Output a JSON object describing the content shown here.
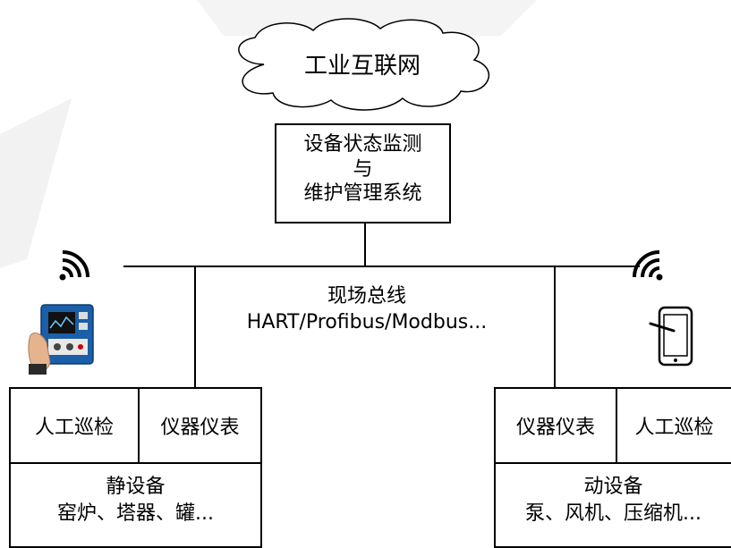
{
  "cloud": {
    "label": "工业互联网"
  },
  "system": {
    "line1": "设备状态监测",
    "line2": "与",
    "line3": "维护管理系统"
  },
  "bus": {
    "line1": "现场总线",
    "line2": "HART/Profibus/Modbus..."
  },
  "left_group": {
    "cell_a": "人工巡检",
    "cell_b": "仪器仪表",
    "title": "静设备",
    "subtitle": "窑炉、塔器、罐..."
  },
  "right_group": {
    "cell_a": "仪器仪表",
    "cell_b": "人工巡检",
    "title": "动设备",
    "subtitle": "泵、风机、压缩机..."
  },
  "icons": {
    "left_wifi": "wifi-icon",
    "right_wifi": "wifi-icon",
    "handheld": "handheld-device-icon",
    "tablet": "tablet-icon"
  },
  "colors": {
    "line": "#000000",
    "background": "#ffffff",
    "watermark": "#f0f0f0"
  }
}
